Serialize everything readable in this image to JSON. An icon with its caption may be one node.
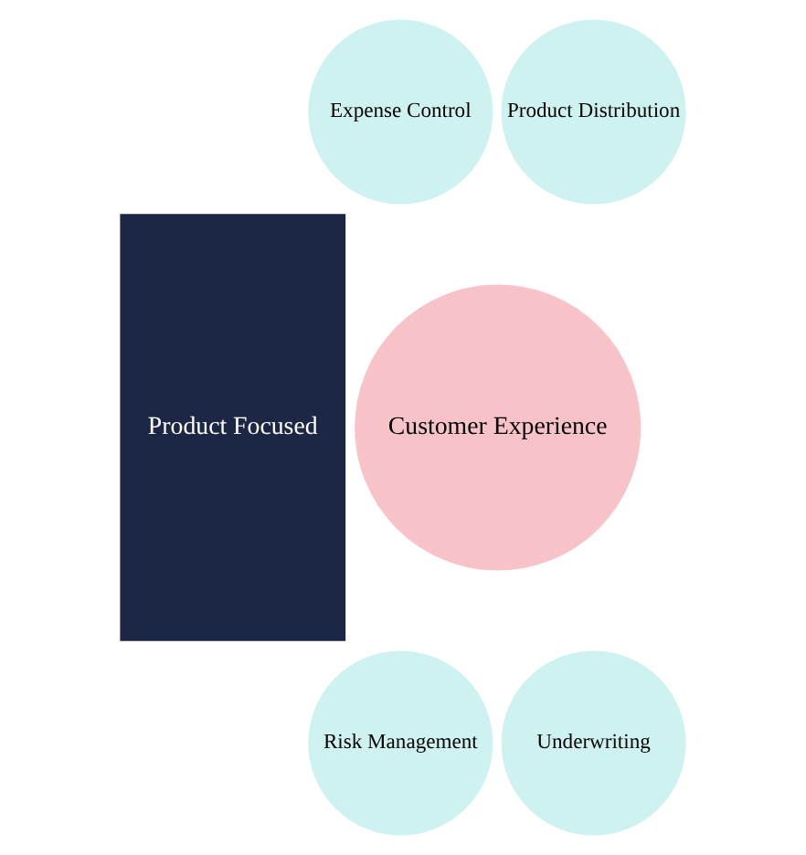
{
  "diagram": {
    "nodes": [
      {
        "text": [
          "Product Focused"
        ]
      },
      {
        "text": [
          "Customer Experience"
        ]
      },
      {
        "text": [
          "Expense Control"
        ]
      },
      {
        "text": [
          "Product Distribution"
        ]
      },
      {
        "text": [
          "Risk Management"
        ]
      },
      {
        "text": [
          "Underwriting"
        ]
      }
    ],
    "edges": []
  }
}
